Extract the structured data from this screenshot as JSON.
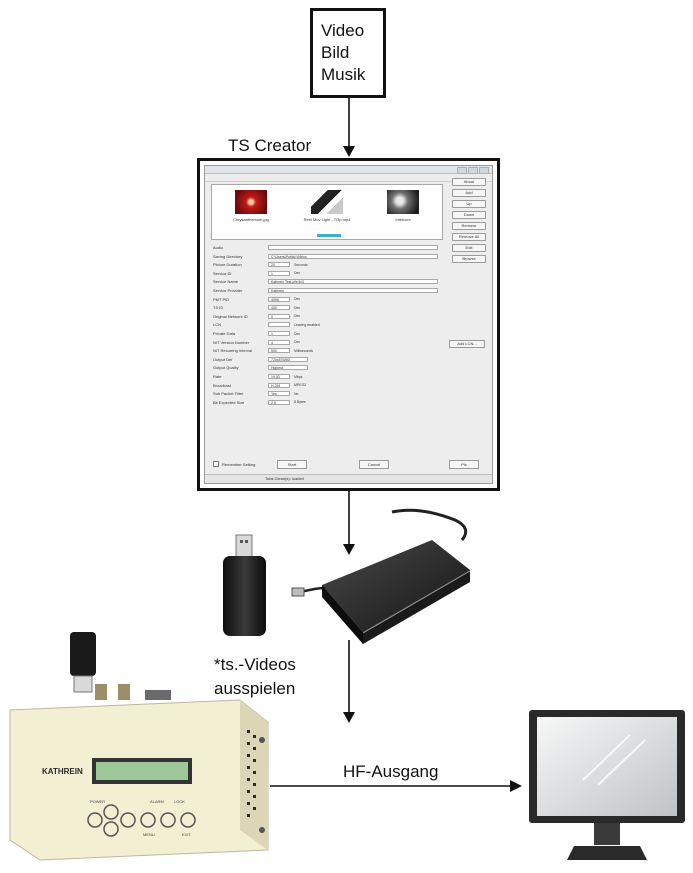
{
  "input_box": {
    "lines": [
      "Video",
      "Bild",
      "Musik"
    ]
  },
  "ts_creator": {
    "title": "TS Creator",
    "window": {
      "thumbnails": [
        "Chrysanthemum.jpg",
        "Reel Mov Light - TOp.mp4",
        "Intelcore"
      ],
      "side_buttons": [
        "About",
        "Add",
        "Up",
        "Down",
        "Remove",
        "Remove All",
        "Edit",
        "Browse"
      ],
      "fields": [
        {
          "label": "Audio",
          "value": ""
        },
        {
          "label": "Saving Directory",
          "value": "C:\\Users\\Public\\Videos"
        },
        {
          "label": "Picture Duration",
          "value": "20",
          "unit": "Seconds"
        },
        {
          "label": "Service ID",
          "value": "1",
          "unit": "Dec"
        },
        {
          "label": "Service Name",
          "value": "Kathrein Test-pfx/4x3"
        },
        {
          "label": "Service Provider",
          "value": "Kathrein"
        },
        {
          "label": "PMT PID",
          "value": "4096",
          "unit": "Dec"
        },
        {
          "label": "TS ID",
          "value": "400",
          "unit": "Dec"
        },
        {
          "label": "Original Network ID",
          "value": "0",
          "unit": "Dec"
        },
        {
          "label": "LCN",
          "value": "",
          "unit": "Leaving enabled"
        },
        {
          "label": "Private Data",
          "value": "1",
          "unit": "Dec"
        },
        {
          "label": "NIT Version Number",
          "value": "4",
          "unit": "Dec"
        },
        {
          "label": "NIT Recurring Interval",
          "value": "500",
          "unit": "Milliseconds"
        },
        {
          "label": "Output Def",
          "value": "720x576/50i"
        },
        {
          "label": "Output Quality",
          "value": "Highest"
        },
        {
          "label": "Rate",
          "value": "19.33",
          "unit": "Mbps"
        },
        {
          "label": "Broadcast",
          "value": "H.264",
          "unit": "MPEG2"
        },
        {
          "label": "Sub Packet Filter",
          "value": "Yes",
          "unit": "No"
        },
        {
          "label": "Bit Expected Size",
          "value": "2.5",
          "unit": "8 Bytes"
        }
      ],
      "add_lcn_label": "Add LCN...",
      "remember_label": "Remember Setting",
      "bottom_buttons": [
        "Start",
        "Cancel",
        "Pix"
      ],
      "status_text": "Total Clean(s): loaded"
    }
  },
  "usb_caption": [
    "*ts.-Videos",
    "ausspielen"
  ],
  "device_brand": "KATHREIN",
  "device_panel_labels": [
    "POWER",
    "ALARM",
    "LOCK",
    "MENU",
    "EXIT"
  ],
  "hf_label": "HF-Ausgang",
  "colors": {
    "stroke": "#111111",
    "device_body": "#f3efd2",
    "lcd": "#9fc89a",
    "hdd": "#2b2b2b"
  }
}
